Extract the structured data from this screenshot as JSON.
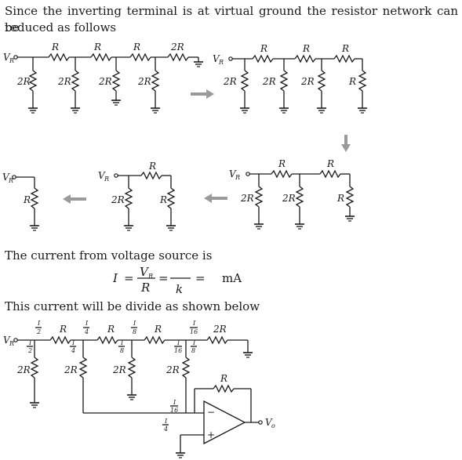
{
  "text": {
    "intro_line1": "Since the inverting terminal is at virtual ground the resistor network can be",
    "intro_line2": "reduced as follows",
    "current_line": "The current from voltage source is",
    "divide_line": "This current will be divide as shown below"
  },
  "labels": {
    "R": "R",
    "R2": "2R",
    "VR": "V",
    "VR_sub": "R",
    "Vo": "V",
    "Vo_sub": "o"
  },
  "equation": {
    "lhs": "I",
    "eq": "=",
    "num": "V",
    "num_sub": "R",
    "den": "R",
    "den2": "k",
    "unit": "mA"
  },
  "fractions": {
    "half": "I",
    "half_d": "2",
    "quarter_d": "4",
    "eighth_d": "8",
    "sixteenth_d": "16"
  }
}
